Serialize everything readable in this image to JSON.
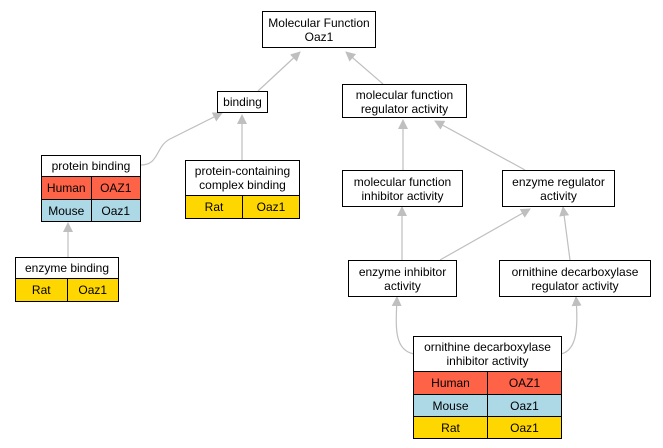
{
  "colors": {
    "human": "#ff6347",
    "mouse": "#add8e6",
    "rat": "#ffd700",
    "edge": "#bfbfbf"
  },
  "nodes": {
    "root": {
      "label": "Molecular Function\nOaz1"
    },
    "binding": {
      "label": "binding"
    },
    "mf_regulator": {
      "label": "molecular function\nregulator activity"
    },
    "protein_binding": {
      "label": "protein binding",
      "rows": [
        {
          "species": "Human",
          "gene": "OAZ1"
        },
        {
          "species": "Mouse",
          "gene": "Oaz1"
        }
      ]
    },
    "protein_complex": {
      "label": "protein-containing\ncomplex binding",
      "rows": [
        {
          "species": "Rat",
          "gene": "Oaz1"
        }
      ]
    },
    "mf_inhibitor": {
      "label": "molecular function\ninhibitor activity"
    },
    "enzyme_regulator": {
      "label": "enzyme regulator\nactivity"
    },
    "enzyme_binding": {
      "label": "enzyme binding",
      "rows": [
        {
          "species": "Rat",
          "gene": "Oaz1"
        }
      ]
    },
    "enzyme_inhibitor": {
      "label": "enzyme inhibitor\nactivity"
    },
    "odc_regulator": {
      "label": "ornithine decarboxylase\nregulator activity"
    },
    "odc_inhibitor": {
      "label": "ornithine decarboxylase\ninhibitor activity",
      "rows": [
        {
          "species": "Human",
          "gene": "OAZ1"
        },
        {
          "species": "Mouse",
          "gene": "Oaz1"
        },
        {
          "species": "Rat",
          "gene": "Oaz1"
        }
      ]
    }
  }
}
